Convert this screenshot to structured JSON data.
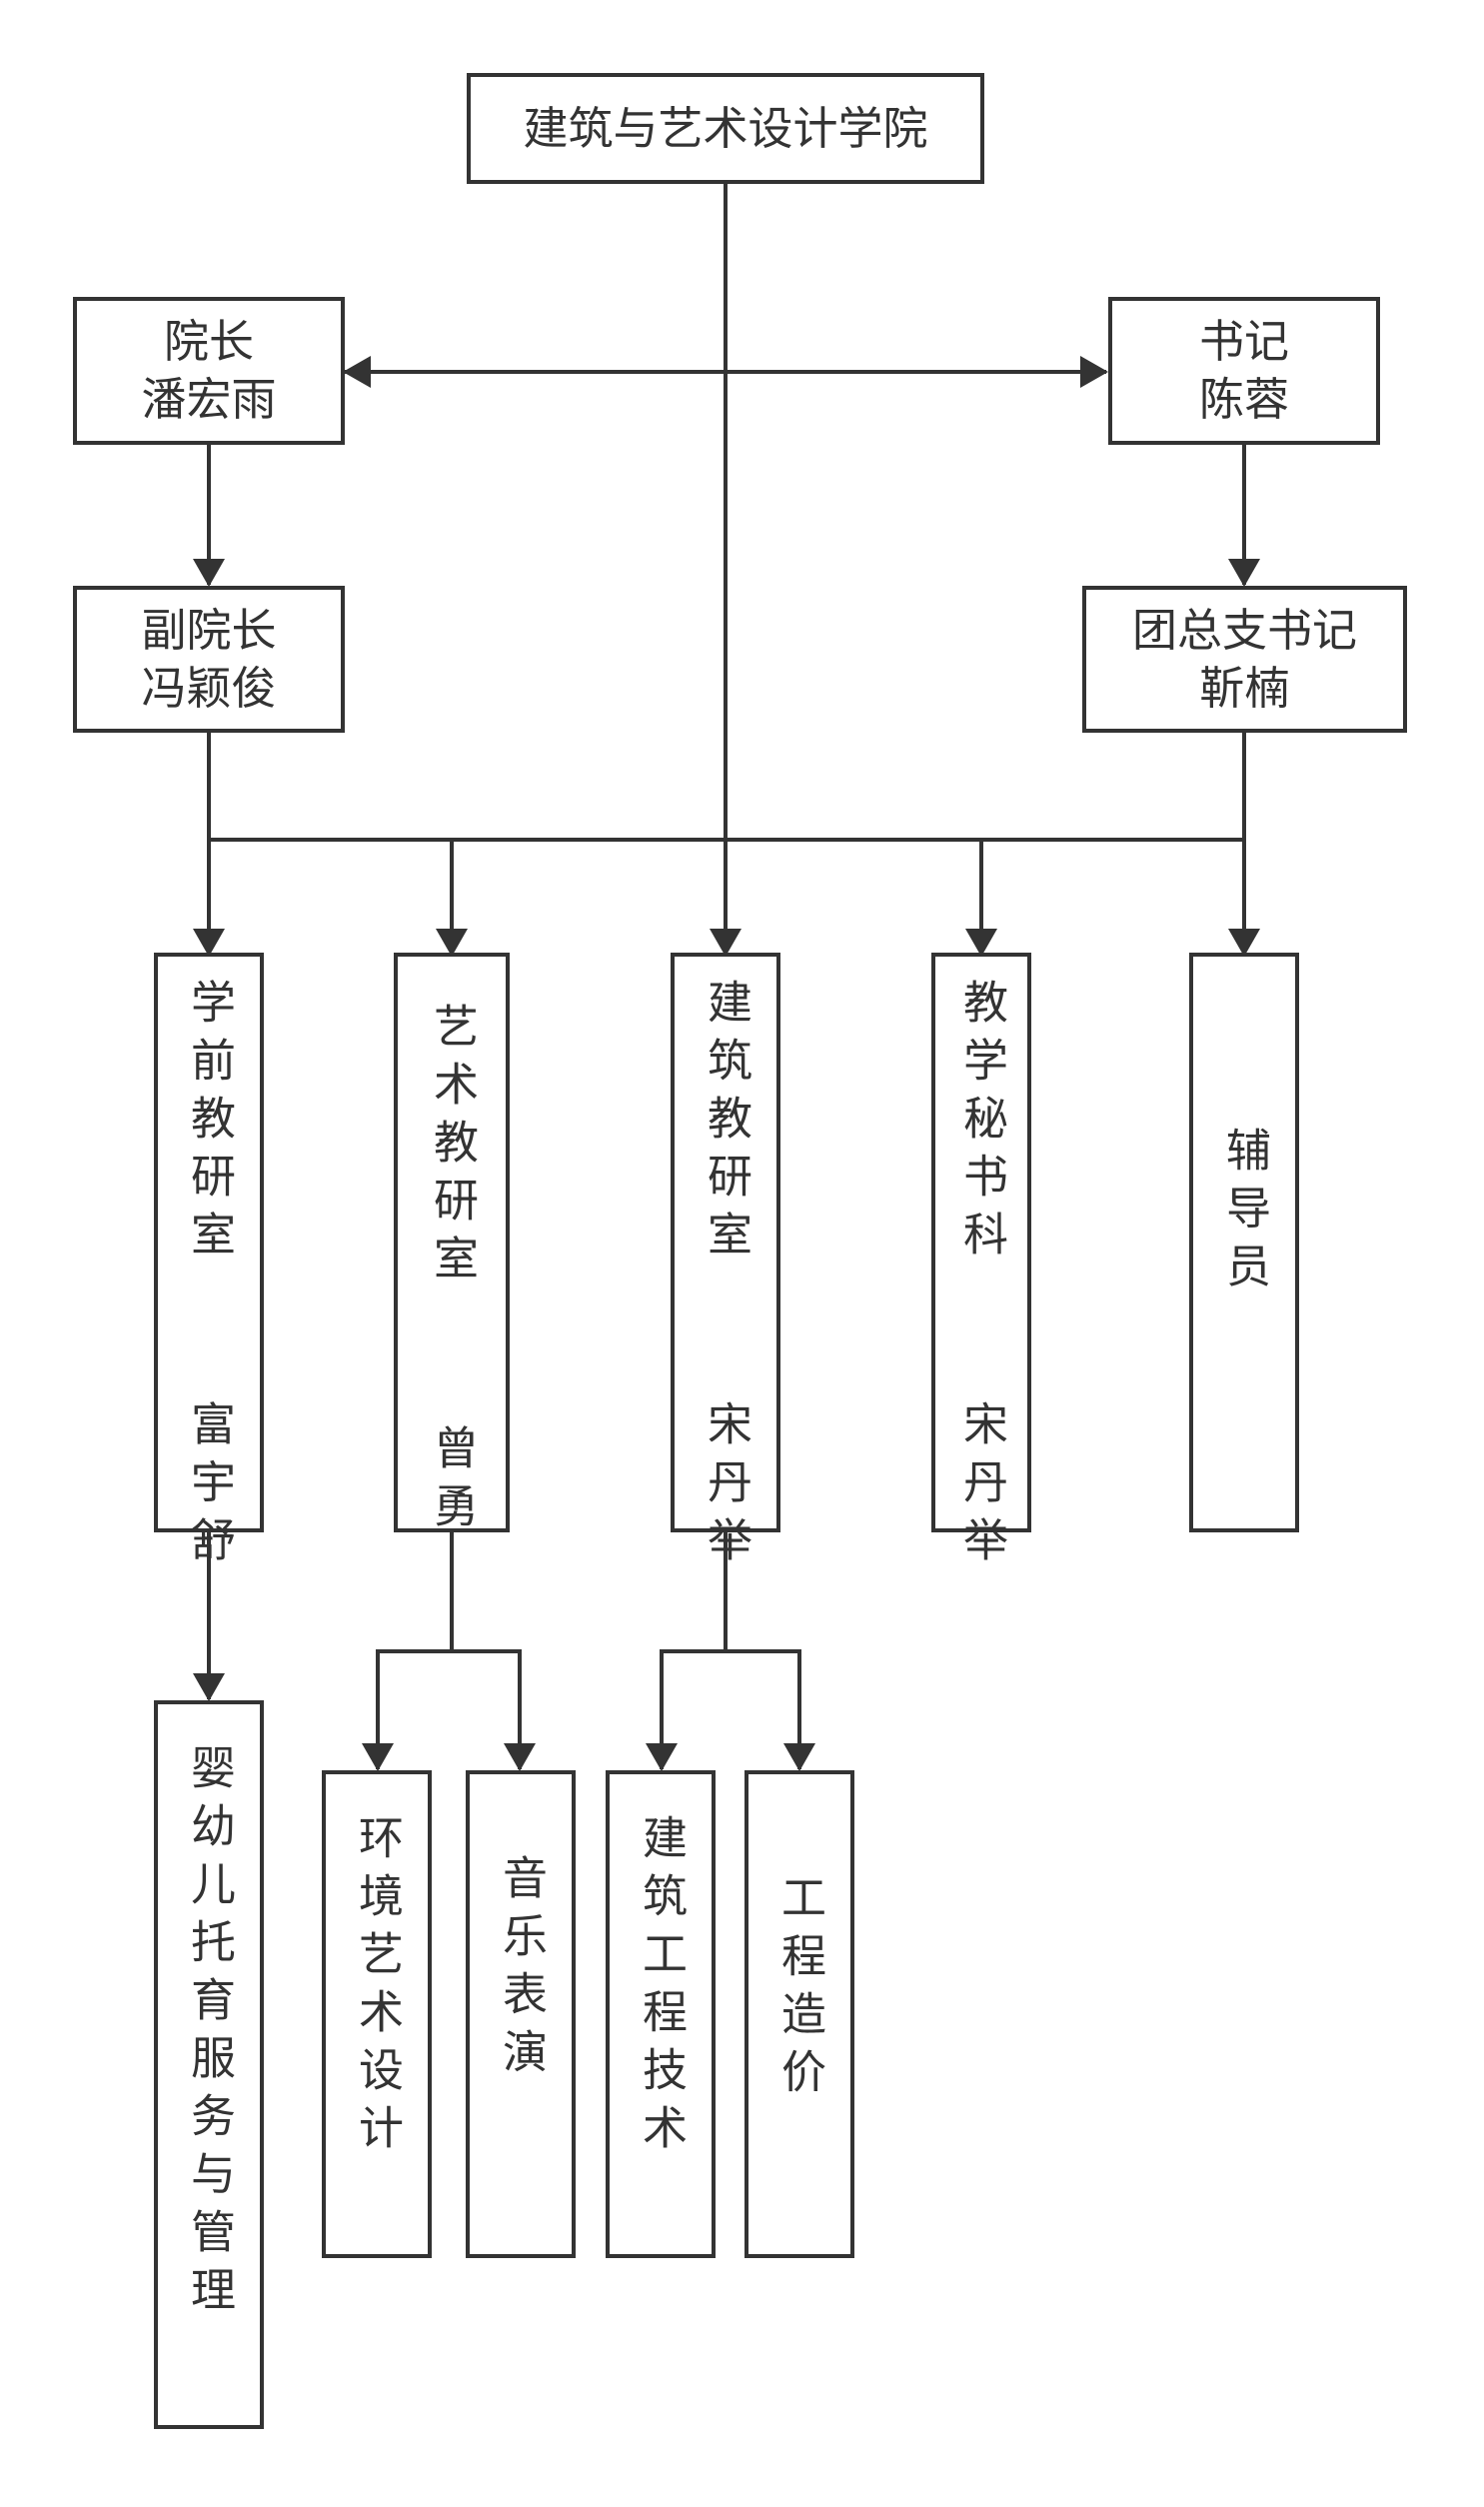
{
  "root": {
    "label": "建筑与艺术设计学院"
  },
  "dean": {
    "title": "院长",
    "name": "潘宏雨"
  },
  "secretary": {
    "title": "书记",
    "name": "陈蓉"
  },
  "vice_dean": {
    "title": "副院长",
    "name": "冯颖俊"
  },
  "youth_secretary": {
    "title": "团总支书记",
    "name": "靳楠"
  },
  "departments": [
    {
      "label": "学前教研室  富宇舒"
    },
    {
      "label": "艺术教研室  曾勇"
    },
    {
      "label": "建筑教研室  宋丹举"
    },
    {
      "label": "教学秘书科  宋丹举"
    },
    {
      "label": "辅导员"
    }
  ],
  "majors": [
    {
      "label": "婴幼儿托育服务与管理"
    },
    {
      "label": "环境艺术设计"
    },
    {
      "label": "音乐表演"
    },
    {
      "label": "建筑工程技术"
    },
    {
      "label": "工程造价"
    }
  ],
  "colors": {
    "line": "#333333",
    "box_border": "#333333",
    "background": "#ffffff"
  }
}
